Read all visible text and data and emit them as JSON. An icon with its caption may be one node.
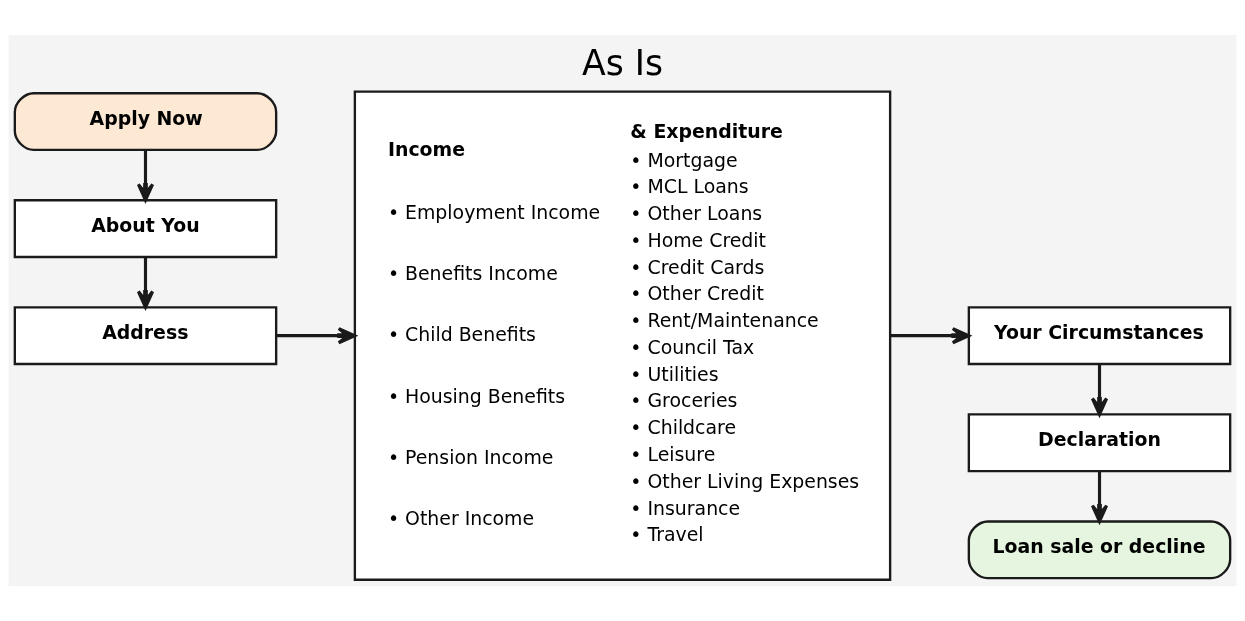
{
  "diagram": {
    "title": "As Is",
    "nodes": [
      {
        "text": [
          "Apply Now"
        ]
      },
      {
        "text": [
          "About You"
        ]
      },
      {
        "text": [
          "Address"
        ]
      },
      {
        "text": [
          "Income",
          "• Employment Income",
          "• Benefits Income",
          "• Child Benefits",
          "• Housing Benefits",
          "• Pension Income",
          "• Other Income",
          "& Expenditure",
          "• Mortgage",
          "• MCL Loans",
          "• Other Loans",
          "• Home Credit",
          "• Credit Cards",
          "• Other Credit",
          "• Rent/Maintenance",
          "• Council Tax",
          "• Utilities",
          "• Groceries",
          "• Childcare",
          "• Leisure",
          "• Other Living Expenses",
          "• Insurance",
          "• Travel"
        ]
      },
      {
        "text": [
          "Your Circumstances"
        ]
      },
      {
        "text": [
          "Declaration"
        ]
      },
      {
        "text": [
          "Loan sale or decline"
        ]
      }
    ],
    "edges": [
      {
        "from": 0,
        "to": 1,
        "arrow": "to"
      },
      {
        "from": 1,
        "to": 2,
        "arrow": "to"
      },
      {
        "from": 2,
        "to": 3,
        "arrow": "to"
      },
      {
        "from": 3,
        "to": 4,
        "arrow": "to"
      },
      {
        "from": 4,
        "to": 5,
        "arrow": "to"
      },
      {
        "from": 5,
        "to": 6,
        "arrow": "to"
      }
    ]
  }
}
